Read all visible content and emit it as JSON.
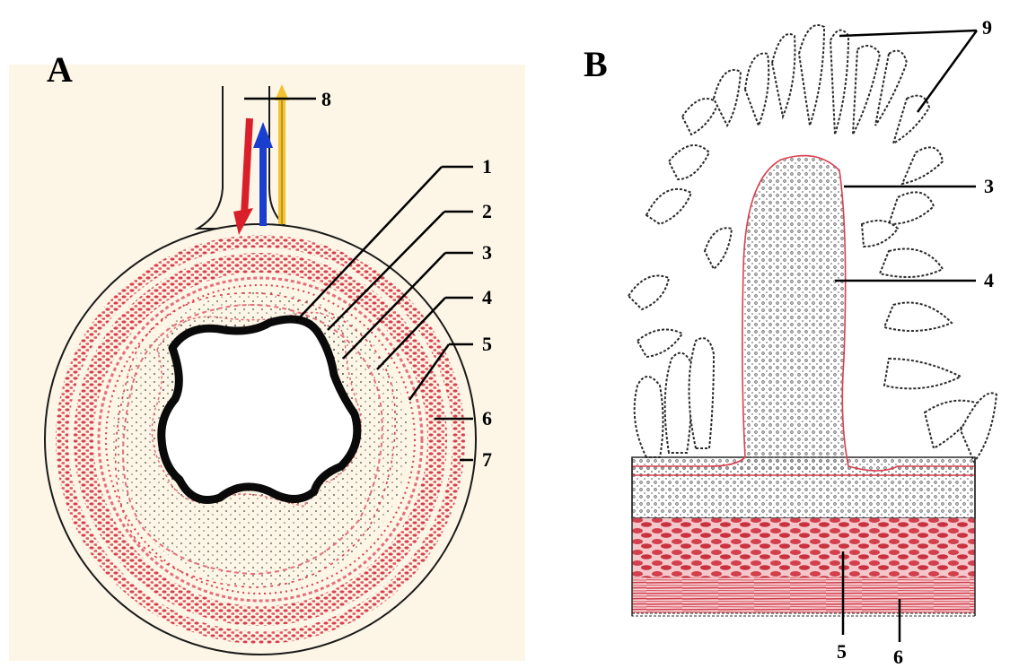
{
  "panel_a": {
    "letter": "A",
    "labels": {
      "l1": "1",
      "l2": "2",
      "l3": "3",
      "l4": "4",
      "l5": "5",
      "l6": "6",
      "l7": "7",
      "l8": "8"
    }
  },
  "panel_b": {
    "letter": "B",
    "labels": {
      "l9": "9",
      "l3": "3",
      "l4": "4",
      "l5": "5",
      "l6": "6"
    }
  },
  "colors": {
    "background_a": "#fdf6e6",
    "tissue_red": "#d9404e",
    "tissue_pink": "#f0b7bd",
    "artery": "#d9202a",
    "vein": "#1a3fcf",
    "nerve": "#f2c230",
    "outline": "#1a1a1a"
  }
}
